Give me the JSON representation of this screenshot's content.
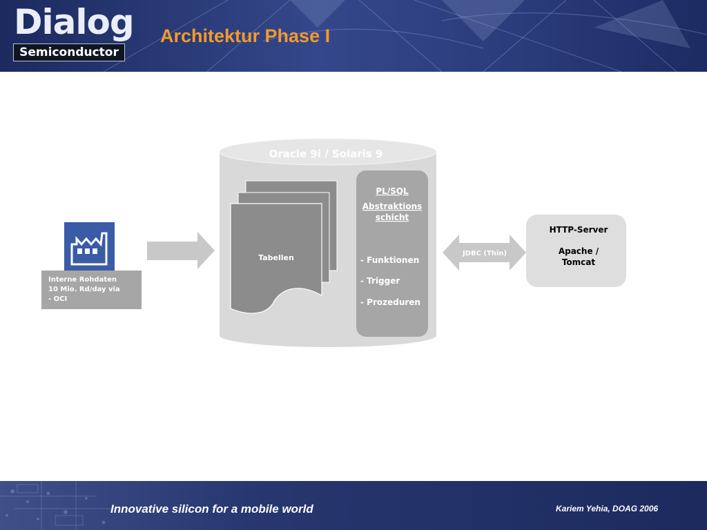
{
  "header": {
    "logo": {
      "word": "Dialog",
      "sub": "Semiconductor"
    },
    "title": "Architektur Phase I"
  },
  "diagram": {
    "database_label": "Oracle 9i / Solaris 9",
    "tables_label": "Tabellen",
    "plsql": {
      "heading": "PL/SQL",
      "sub_line1": "Abstraktions",
      "sub_line2": "schicht",
      "items": [
        "- Funktionen",
        "- Trigger",
        "- Prozeduren"
      ]
    },
    "source": {
      "icon": "factory-icon",
      "lines": [
        "Interne Rohdaten",
        "10 Mio. Rd/day via",
        "- OCI"
      ]
    },
    "connector_label": "JDBC (Thin)",
    "server": {
      "title": "HTTP-Server",
      "line1": "Apache /",
      "line2": "Tomcat"
    }
  },
  "footer": {
    "tagline": "Innovative silicon for a mobile world",
    "author": "Kariem Yehia, DOAG 2006"
  },
  "colors": {
    "header_blue": "#25346f",
    "title_orange": "#f39a2c",
    "db_body": "#d9d9d9",
    "plsql_box": "#a6a6a6",
    "factory_blue": "#3a5ba6",
    "server_box": "#dedede"
  }
}
